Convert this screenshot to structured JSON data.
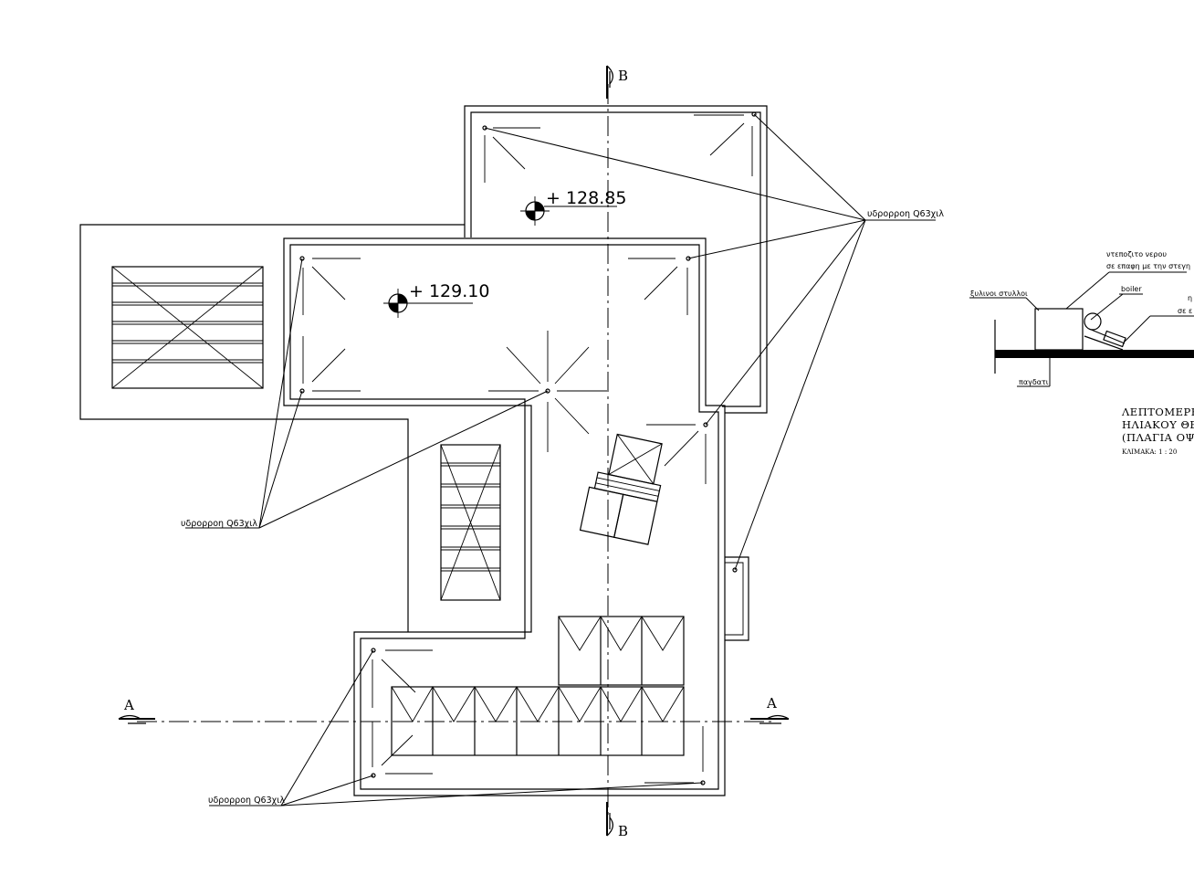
{
  "plan": {
    "elevations": [
      {
        "id": "upper-roof",
        "value": "+ 128.85"
      },
      {
        "id": "main-roof",
        "value": "+ 129.10"
      }
    ],
    "section_marks": {
      "a": "A",
      "b": "B"
    },
    "downpipe_labels": [
      {
        "id": "east",
        "text": "υδρορροη Q63χιλ"
      },
      {
        "id": "west",
        "text": "υδρορροη Q63χιλ"
      },
      {
        "id": "south",
        "text": "υδρορροη Q63χιλ"
      }
    ]
  },
  "detail": {
    "labels": {
      "tank": "ντεποζιτο νερου",
      "tank_contact": "σε επαφη με την στεγη",
      "boiler": "boiler",
      "posts": "ξυλινοι στυλλοι",
      "frost": "παγδατι",
      "cut_1": "η",
      "cut_2": "σε ε"
    },
    "title": {
      "line1": "ΛΕΠΤΟΜΕΡΕ",
      "line2": "ΗΛΙΑΚΟΥ ΘΕ",
      "line3": "(ΠΛΑΓΙΑ ΟΨ",
      "scale": "ΚΛΙΜΑΚΑ: 1 : 20"
    }
  }
}
